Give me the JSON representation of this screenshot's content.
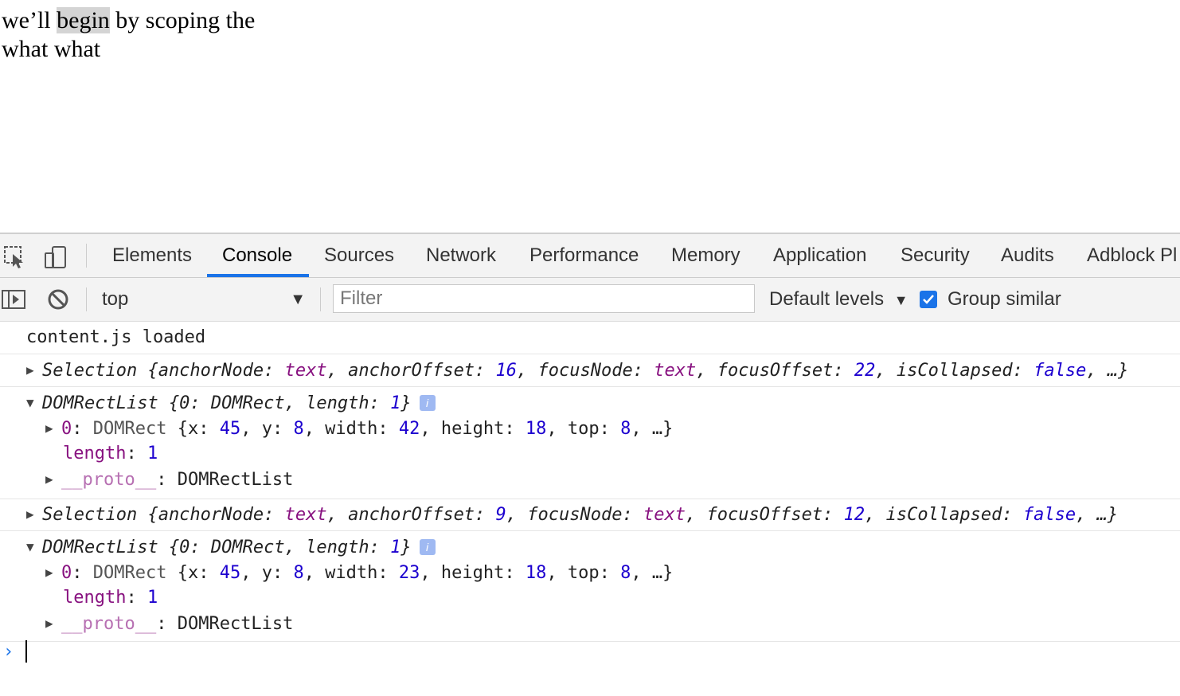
{
  "page": {
    "line1_before": "we’ll ",
    "line1_highlight": "begin",
    "line1_after": " by scoping the",
    "line2": "what what"
  },
  "devtools": {
    "tabs": [
      "Elements",
      "Console",
      "Sources",
      "Network",
      "Performance",
      "Memory",
      "Application",
      "Security",
      "Audits",
      "Adblock Pl"
    ],
    "active_tab": "Console",
    "toolbar": {
      "context": "top",
      "filter_placeholder": "Filter",
      "levels_label": "Default levels",
      "group_similar_label": "Group similar",
      "group_similar_checked": true
    }
  },
  "console": {
    "log1": "content.js loaded",
    "sel1": {
      "prefix": "Selection {anchorNode: ",
      "anchorNode": "text",
      "anchorOffset_label": ", anchorOffset: ",
      "anchorOffset": "16",
      "focusNode_label": ", focusNode: ",
      "focusNode": "text",
      "focusOffset_label": ", focusOffset: ",
      "focusOffset": "22",
      "isCollapsed_label": ", isCollapsed: ",
      "isCollapsed": "false",
      "suffix": ", …}"
    },
    "rects1": {
      "head_prefix": "DOMRectList {0: DOMRect, length: ",
      "head_length": "1",
      "head_suffix": "}",
      "info": "i",
      "item_key": "0",
      "item_type": "DOMRect",
      "x": "45",
      "y": "8",
      "width": "42",
      "height": "18",
      "top": "8",
      "length_key": "length",
      "length": "1",
      "proto_key": "__proto__",
      "proto_val": "DOMRectList"
    },
    "sel2": {
      "prefix": "Selection {anchorNode: ",
      "anchorNode": "text",
      "anchorOffset_label": ", anchorOffset: ",
      "anchorOffset": "9",
      "focusNode_label": ", focusNode: ",
      "focusNode": "text",
      "focusOffset_label": ", focusOffset: ",
      "focusOffset": "12",
      "isCollapsed_label": ", isCollapsed: ",
      "isCollapsed": "false",
      "suffix": ", …}"
    },
    "rects2": {
      "head_prefix": "DOMRectList {0: DOMRect, length: ",
      "head_length": "1",
      "head_suffix": "}",
      "info": "i",
      "item_key": "0",
      "item_type": "DOMRect",
      "x": "45",
      "y": "8",
      "width": "23",
      "height": "18",
      "top": "8",
      "length_key": "length",
      "length": "1",
      "proto_key": "__proto__",
      "proto_val": "DOMRectList"
    },
    "prompt": "›"
  },
  "colors": {
    "accent": "#1a73e8",
    "keyword": "#881280",
    "number": "#1c00cf"
  },
  "icons": [
    "inspect-element-icon",
    "device-toolbar-icon",
    "sidebar-toggle-icon",
    "clear-console-icon",
    "dropdown-arrow-icon",
    "checkbox-checked-icon",
    "info-icon",
    "expand-triangle-icon",
    "collapse-triangle-icon",
    "prompt-chevron-icon"
  ]
}
